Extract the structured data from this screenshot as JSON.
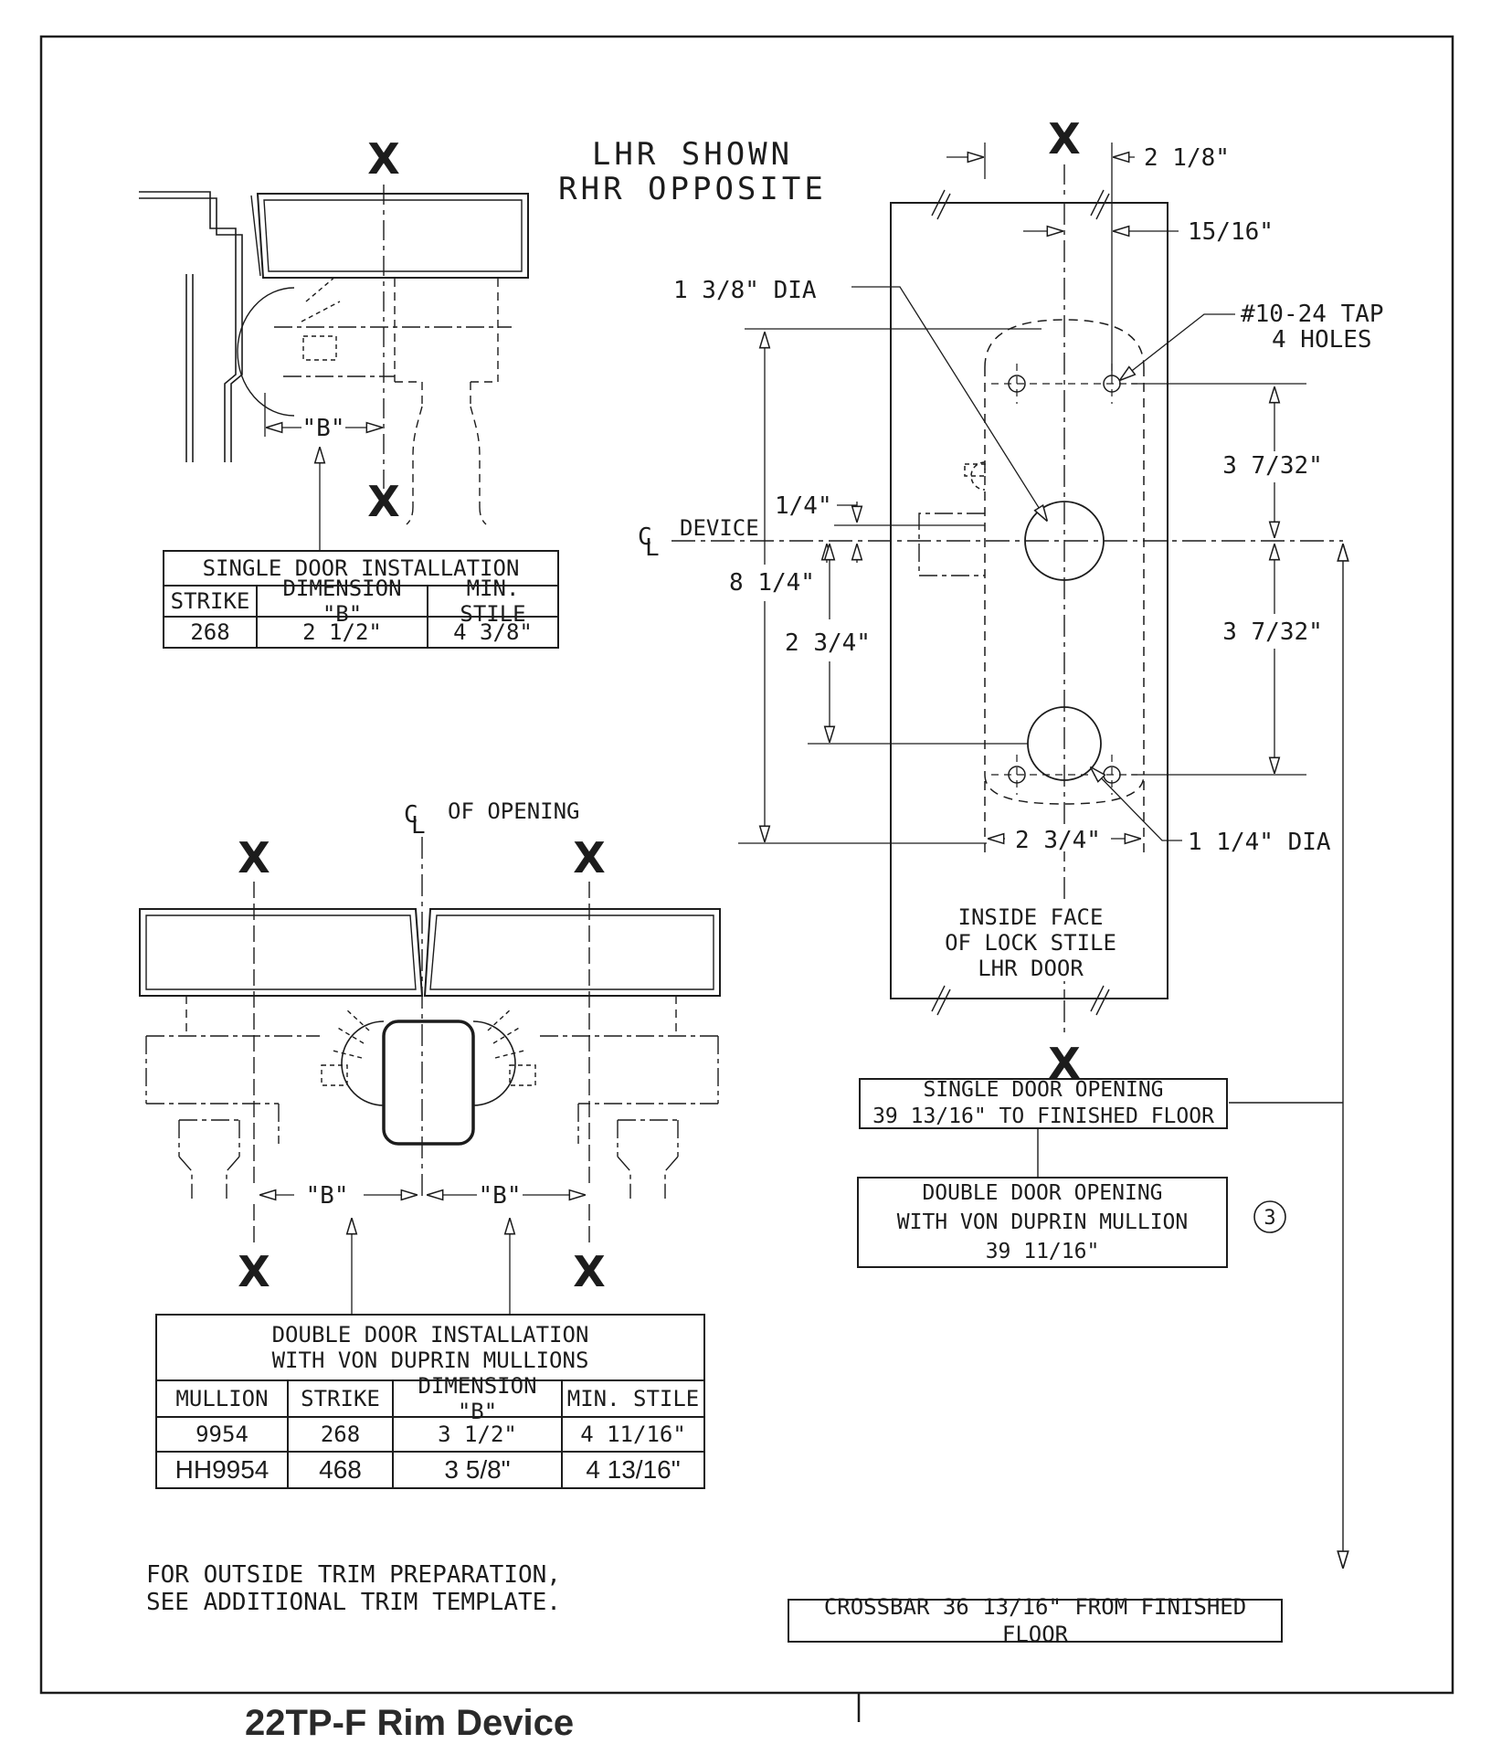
{
  "note_lhr": {
    "line1": "LHR SHOWN",
    "line2": "RHR OPPOSITE"
  },
  "markers": {
    "x": "X",
    "cl_c": "C",
    "cl_l": "L",
    "rev": "3"
  },
  "single_door": {
    "dim_b": "\"B\"",
    "table": {
      "title": "SINGLE DOOR INSTALLATION",
      "col1": "STRIKE",
      "col2": "DIMENSION \"B\"",
      "col3": "MIN. STILE",
      "r1c1": "268",
      "r1c2": "2 1/2\"",
      "r1c3": "4 3/8\""
    }
  },
  "double_door": {
    "cl_label": "OF OPENING",
    "dim_b_left": "\"B\"",
    "dim_b_right": "\"B\"",
    "table": {
      "title1": "DOUBLE DOOR INSTALLATION",
      "title2": "WITH VON DUPRIN MULLIONS",
      "col1": "MULLION",
      "col2": "STRIKE",
      "col3": "DIMENSION \"B\"",
      "col4": "MIN. STILE",
      "r1c1": "9954",
      "r1c2": "268",
      "r1c3": "3 1/2\"",
      "r1c4": "4 11/16\"",
      "r2c1": "HH9954",
      "r2c2": "468",
      "r2c3": "3 5/8\"",
      "r2c4": "4 13/16\""
    }
  },
  "stile": {
    "device_label": "DEVICE",
    "dim_2_1_8": "2 1/8\"",
    "dim_15_16": "15/16\"",
    "dia_1_3_8": "1 3/8\" DIA",
    "tap1": "#10-24 TAP",
    "tap2": "4 HOLES",
    "dim_1_4": "1/4\"",
    "dim_8_1_4": "8 1/4\"",
    "dim_2_3_4_v": "2 3/4\"",
    "dim_3_7_32_top": "3 7/32\"",
    "dim_3_7_32_bot": "3 7/32\"",
    "dim_2_3_4_h": "2 3/4\"",
    "dia_1_1_4": "1 1/4\" DIA",
    "face1": "INSIDE FACE",
    "face2": "OF LOCK STILE",
    "face3": "LHR DOOR"
  },
  "notes": {
    "single_open1": "SINGLE DOOR OPENING",
    "single_open2": "39 13/16\" TO FINISHED FLOOR",
    "double_open1": "DOUBLE DOOR OPENING",
    "double_open2": "WITH VON DUPRIN MULLION",
    "double_open3": "39 11/16\"",
    "crossbar": "CROSSBAR 36 13/16\" FROM FINISHED FLOOR",
    "trim1": "FOR OUTSIDE TRIM PREPARATION,",
    "trim2": "SEE ADDITIONAL TRIM TEMPLATE."
  },
  "title_block": {
    "device_title": "22TP-F Rim Device"
  }
}
